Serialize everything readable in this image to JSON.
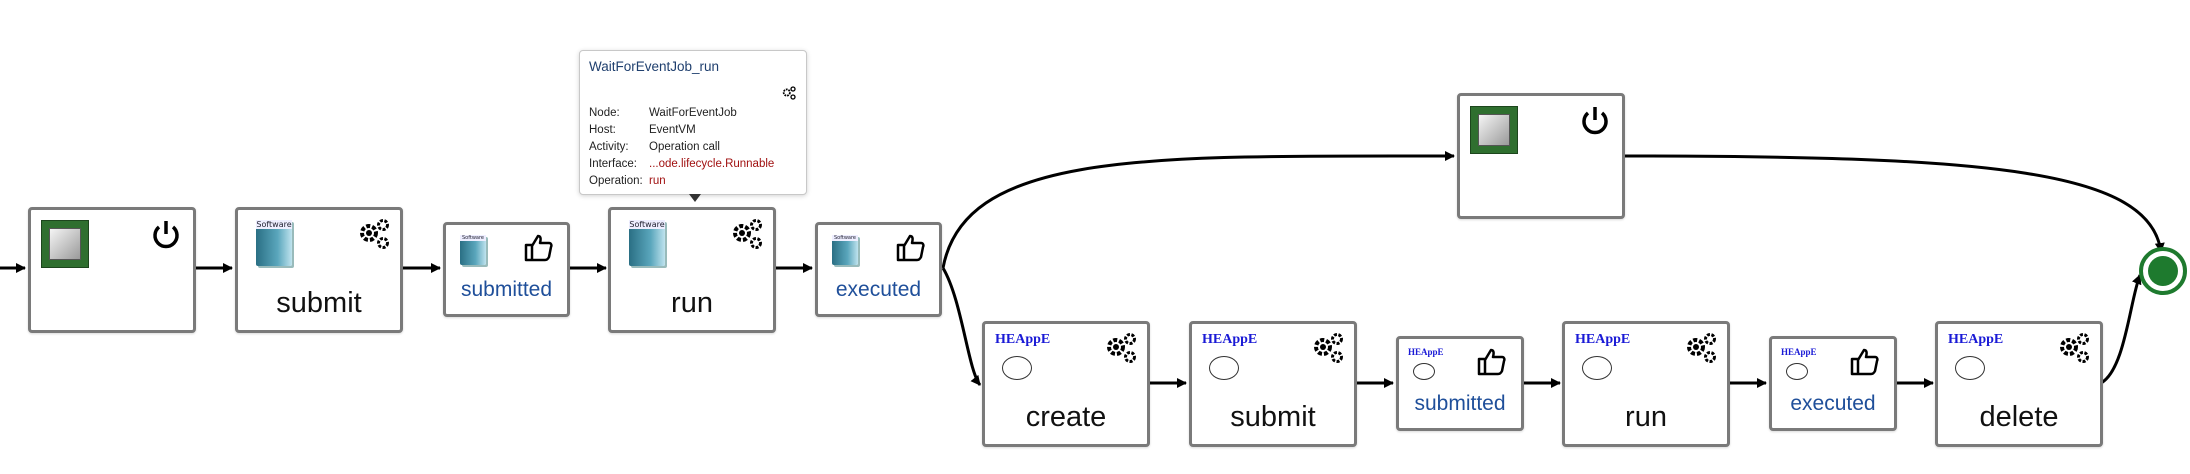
{
  "nodes": {
    "n1": {
      "label": ""
    },
    "n2": {
      "label": "submit"
    },
    "n3": {
      "label": "submitted"
    },
    "n4": {
      "label": "run"
    },
    "n5": {
      "label": "executed"
    },
    "top": {
      "label": ""
    },
    "b1": {
      "label": "create"
    },
    "b2": {
      "label": "submit"
    },
    "b3": {
      "label": "submitted"
    },
    "b4": {
      "label": "run"
    },
    "b5": {
      "label": "executed"
    },
    "b6": {
      "label": "delete"
    }
  },
  "tooltip": {
    "title": "WaitForEventJob_run",
    "rows": [
      {
        "key": "Node:",
        "value": "WaitForEventJob"
      },
      {
        "key": "Host:",
        "value": "EventVM"
      },
      {
        "key": "Activity:",
        "value": "Operation call"
      },
      {
        "key": "Interface:",
        "value": "...ode.lifecycle.Runnable"
      },
      {
        "key": "Operation:",
        "value": "run"
      }
    ]
  },
  "icons": {
    "software_box_label": "Software",
    "heappe_label": "HEAppE"
  },
  "colors": {
    "node_border": "#7a7a7a",
    "edge": "#000000",
    "end_circle": "#1e7a2e",
    "small_label": "#1f4f9a",
    "tooltip_red": "#a01010"
  }
}
